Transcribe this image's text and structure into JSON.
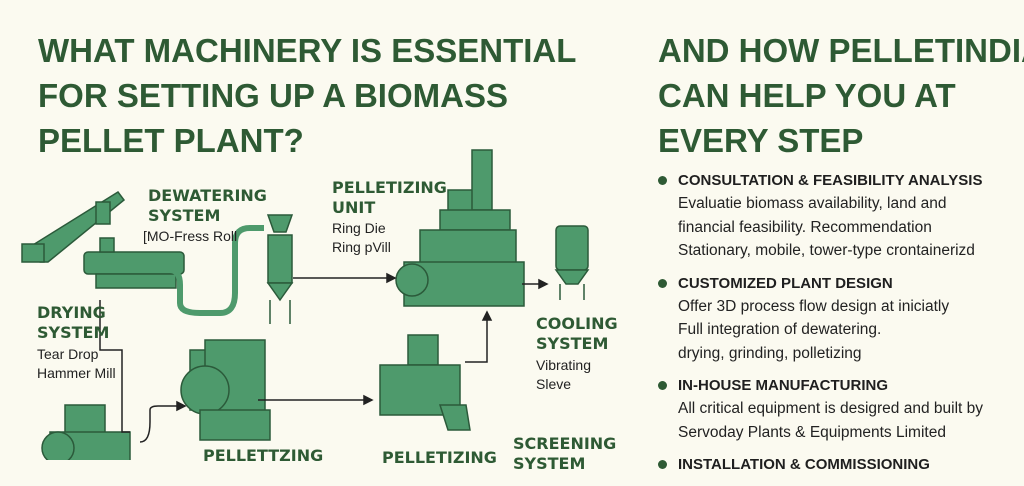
{
  "left_title": [
    "WHAT MACHINERY IS ESSENTIAL",
    "FOR SETTING UP A BIOMASS",
    "PELLET PLANT?"
  ],
  "right_title": [
    "AND HOW PELLETINDIA",
    "CAN HELP YOU AT",
    "EVERY STEP"
  ],
  "diagram": {
    "dewatering": {
      "title": [
        "DEWATERING",
        "SYSTEM"
      ],
      "detail": [
        "[MO-Fress Roll"
      ]
    },
    "pelletizing_unit": {
      "title": [
        "PELLETIZING",
        "UNIT"
      ],
      "detail": [
        "Ring Die",
        "Ring pVill"
      ]
    },
    "drying": {
      "title": [
        "DRYING",
        "SYSTEM"
      ],
      "detail": [
        "Tear Drop",
        "Hammer Mill"
      ]
    },
    "cooling": {
      "title": [
        "COOLING",
        "SYSTEM"
      ],
      "detail": [
        "Vibrating",
        "Sleve"
      ]
    },
    "bottom_labels": [
      "PELLETTZING",
      "PELLETIZING",
      "SCREENING",
      "SYSTEM"
    ]
  },
  "services": [
    {
      "heading": "CONSULTATION & FEASIBILITY ANALYSIS",
      "lines": [
        "Evaluatie biomass availability, land and",
        "financial feasibility. Recommendation",
        "Stationary, mobile, tower-type crontainerizd"
      ]
    },
    {
      "heading": "CUSTOMIZED PLANT DESIGN",
      "lines": [
        "Offer 3D process flow design at iniciatly",
        "Full integration of dewatering.",
        "drying, grinding, polletizing"
      ]
    },
    {
      "heading": "IN-HOUSE MANUFACTURING",
      "lines": [
        "All critical equipment is desigred and built by",
        "Servoday Plants & Equipments Limited"
      ]
    },
    {
      "heading": "INSTALLATION & COMMISSIONING",
      "lines": []
    }
  ],
  "colors": {
    "heading_green": "#2e5a34",
    "machine_green": "#4e9a6c",
    "background": "#fbfaf0"
  }
}
